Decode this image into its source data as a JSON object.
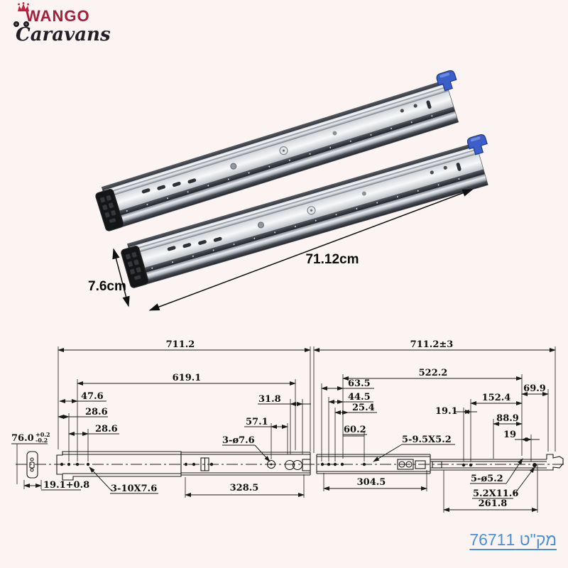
{
  "brand": {
    "word1": "Wango",
    "word2": "Caravans",
    "color_red": "#a91d3a",
    "color_dark": "#241e27"
  },
  "photo": {
    "length_label": "71.12cm",
    "height_label": "7.6cm",
    "handle_color": "#3c5ec8"
  },
  "drawing": {
    "left": {
      "total": "711.2",
      "span": "619.1",
      "d47_6": "47.6",
      "d28_6a": "28.6",
      "d28_6b": "28.6",
      "d31_8": "31.8",
      "d57_1": "57.1",
      "holes": "3-ø7.6",
      "slots": "3-10X7.6",
      "mid": "328.5",
      "height": "76.0",
      "tol_up": "+0.2",
      "tol_dn": "-0.2",
      "end_width": "19.1+0.8"
    },
    "right": {
      "total": "711.2±3",
      "span": "522.2",
      "d63_5": "63.5",
      "d44_5": "44.5",
      "d25_4": "25.4",
      "d60_2": "60.2",
      "d19_1": "19.1",
      "d152_4": "152.4",
      "d69_9": "69.9",
      "d88_9": "88.9",
      "d19": "19",
      "slots": "5-9.5X5.2",
      "mid": "304.5",
      "holes": "5-ø5.2",
      "slot2": "5.2X11.6",
      "d261_8": "261.8"
    }
  },
  "footer": {
    "sku_label": "מק\"ט 76711",
    "sku_color": "#4a90d2"
  }
}
